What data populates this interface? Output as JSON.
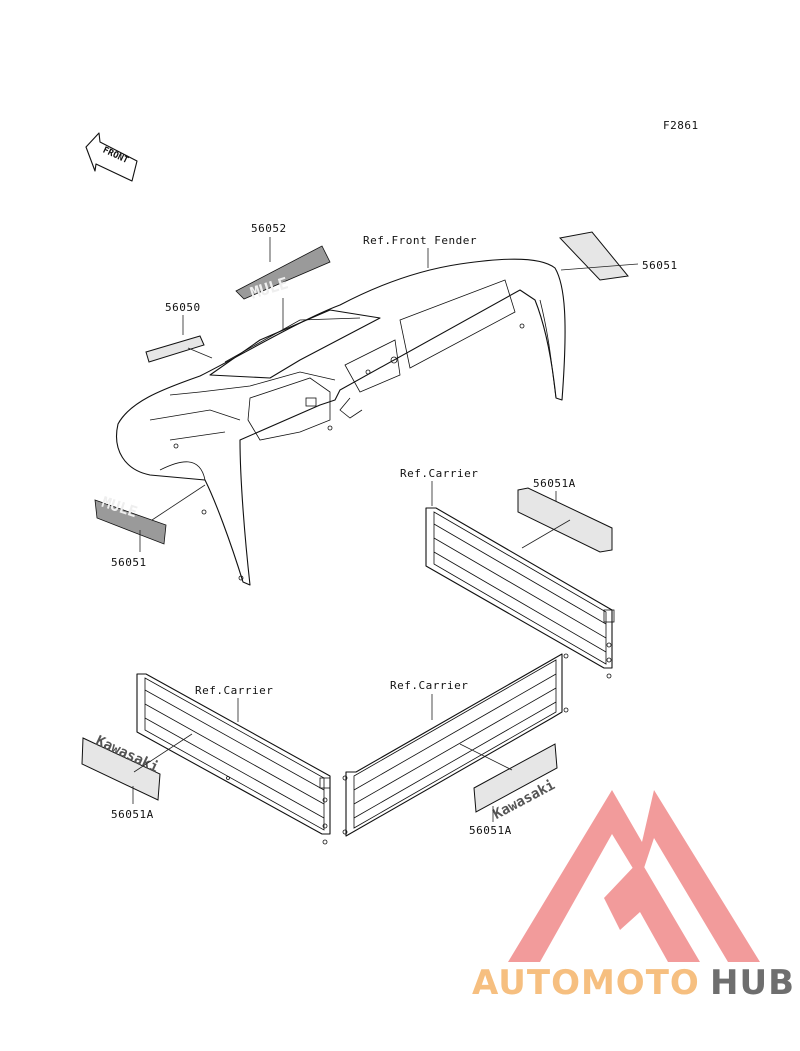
{
  "figure_code": "F2861",
  "front_arrow_label": "FRONT",
  "labels": {
    "p56052": "56052",
    "ref_front_fender": "Ref.Front Fender",
    "p56051_top": "56051",
    "p56050": "56050",
    "p56051_left": "56051",
    "ref_carrier_right": "Ref.Carrier",
    "p56051a_right": "56051A",
    "ref_carrier_left": "Ref.Carrier",
    "ref_carrier_center": "Ref.Carrier",
    "p56051a_left": "56051A",
    "p56051a_center": "56051A"
  },
  "decal_text": {
    "mule_front": "MULE",
    "mule_side": "MULE",
    "kawasaki_left": "Kawasaki",
    "kawasaki_center": "Kawasaki"
  },
  "watermark": {
    "part1": "AUTOMOTO",
    "part2": "HUB",
    "color_primary": "#f08a8a",
    "color_secondary": "#f5b56a",
    "color_dark": "#555555"
  }
}
